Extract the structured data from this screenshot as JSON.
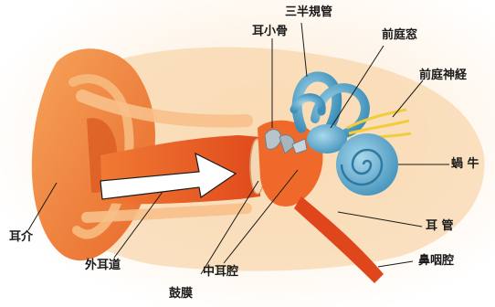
{
  "labels": {
    "semicircular_canals": "三半規管",
    "ossicles": "耳小骨",
    "vestibule": "前庭窓",
    "vestibular_nerve": "前庭神経",
    "cochlea": "蝸 牛",
    "eustachian_tube": "耳 管",
    "nasopharynx": "鼻咽腔",
    "auricle": "耳介",
    "ear_canal": "外耳道",
    "middle_ear": "中耳腔",
    "eardrum": "鼓膜"
  },
  "colors": {
    "skin": "#f08a3c",
    "skin_light": "#f6b574",
    "canal": "#e8541f",
    "inner_ear": "#4a9ec4",
    "inner_ear_light": "#8cc7e0",
    "nerve": "#f2cd3a",
    "background_glow": "#fbe6c4"
  }
}
